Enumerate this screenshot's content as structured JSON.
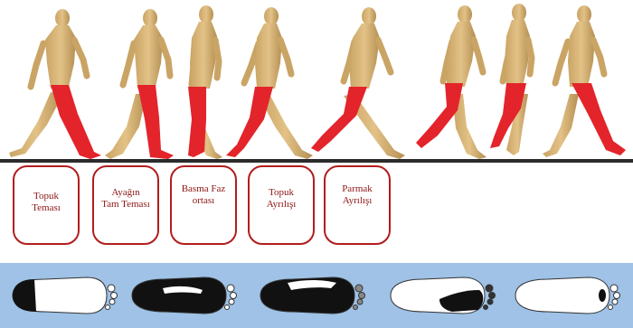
{
  "colors": {
    "skin": "#d9b673",
    "skin_shadow": "#a78550",
    "highlight_leg": "#e3242b",
    "box_border": "#b21d1d",
    "label_text": "#8e1414",
    "foot_panel": "#9fc2e6",
    "contact_area": "#111111"
  },
  "phases": [
    {
      "label": "Topuk\nTeması"
    },
    {
      "label": "Ayağın\nTam Teması"
    },
    {
      "label": "Basma Faz\nortası"
    },
    {
      "label": "Topuk\nAyrılışı"
    },
    {
      "label": "Parmak\nAyrılışı"
    }
  ],
  "figures": [
    {
      "icon": "walking-figure-icon"
    },
    {
      "icon": "walking-figure-icon"
    },
    {
      "icon": "walking-figure-icon"
    },
    {
      "icon": "walking-figure-icon"
    },
    {
      "icon": "walking-figure-icon"
    },
    {
      "icon": "walking-figure-icon"
    },
    {
      "icon": "walking-figure-icon"
    },
    {
      "icon": "walking-figure-icon"
    }
  ],
  "footprints": [
    {
      "icon": "heel-contact-footprint-icon"
    },
    {
      "icon": "full-contact-footprint-icon"
    },
    {
      "icon": "midstance-footprint-icon"
    },
    {
      "icon": "heel-off-footprint-icon"
    },
    {
      "icon": "toe-off-footprint-icon"
    }
  ]
}
